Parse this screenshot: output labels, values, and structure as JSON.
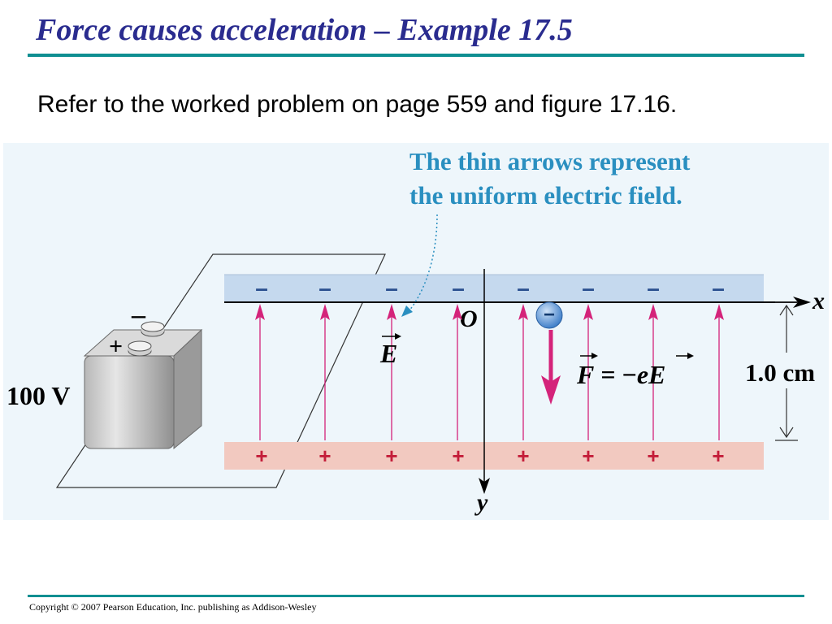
{
  "slide": {
    "title": "Force causes acceleration – Example 17.5",
    "subtitle": "Refer to the worked problem on page 559 and figure 17.16.",
    "copyright": "Copyright © 2007  Pearson Education, Inc. publishing as Addison-Wesley"
  },
  "figure": {
    "note_line1": "The thin arrows represent",
    "note_line2": "the uniform electric field.",
    "voltage": "100 V",
    "battery_minus": "–",
    "battery_plus": "+",
    "field_symbol": "E",
    "origin": "O",
    "x_axis": "x",
    "y_axis": "y",
    "electron_symbol": "−",
    "force_lhs": "F",
    "force_eq": " = −",
    "force_e": "e",
    "force_E": "E",
    "separation": "1.0 cm",
    "top_plate_charge": "–",
    "bottom_plate_charge": "+",
    "colors": {
      "title": "#2a2c8f",
      "rule": "#0f8f92",
      "note": "#2a8fc0",
      "field_arrow": "#d4237a",
      "top_plate": "#c5d9ee",
      "bottom_plate": "#f2c9c0",
      "electron": "#4f8fd6"
    }
  }
}
